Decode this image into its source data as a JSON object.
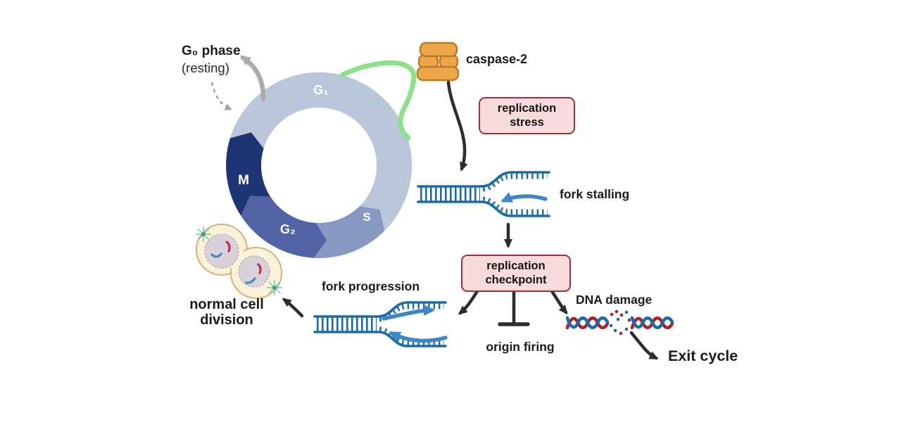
{
  "cycle": {
    "direction": "clockwise",
    "g0_label": "G₀ phase",
    "g0_sublabel": "(resting)",
    "phases": [
      {
        "label": "G₁",
        "color": "#bac7da"
      },
      {
        "label": "S",
        "color": "#8799c2"
      },
      {
        "label": "G₂",
        "color": "#5163a4"
      },
      {
        "label": "M",
        "color": "#1e3575"
      }
    ]
  },
  "labels": {
    "caspase": "caspase-2",
    "fork_stalling": "fork stalling",
    "fork_progression": "fork progression",
    "origin_firing": "origin firing",
    "dna_damage": "DNA damage",
    "exit_cycle": "Exit cycle",
    "normal_division_line1": "normal cell",
    "normal_division_line2": "division"
  },
  "boxes": {
    "replication_stress": {
      "line1": "replication",
      "line2": "stress"
    },
    "replication_checkpoint": {
      "line1": "replication",
      "line2": "checkpoint"
    }
  },
  "icons": [
    "caspase-2-protein-icon",
    "replication-fork-icon",
    "dna-damage-helix-icon",
    "dividing-cell-icon",
    "inhibition-tbar-icon"
  ],
  "palette": {
    "box_bg": "#f8dbdc",
    "box_border": "#9c303a",
    "caspase_fill": "#eca74b",
    "caspase_border": "#b87b27",
    "fork_blue": "#1b6ca5",
    "arrow_blue": "#3e86c6",
    "signal_green": "#8ce28b",
    "arrow_black": "#2d2d2d",
    "arrow_gray": "#ababab",
    "helix_red": "#b01f2e",
    "helix_blue": "#1b6ca5",
    "cell_fill": "#fbf2da",
    "cell_border": "#d9b175",
    "nucleus_fill": "#d9d2db",
    "aster_teal": "#3aa493",
    "chromosome_red": "#c03355",
    "chromosome_blue": "#4090bb"
  }
}
